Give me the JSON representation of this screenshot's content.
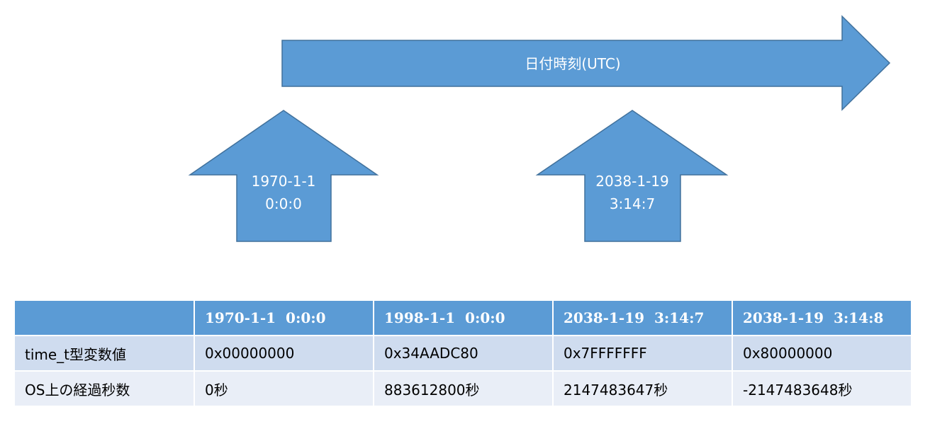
{
  "timeline": {
    "label": "日付時刻(UTC)",
    "color": "#5b9bd5",
    "border_color": "#41719c"
  },
  "markers": [
    {
      "line1": "1970-1-1",
      "line2": "0:0:0"
    },
    {
      "line1": "2038-1-19",
      "line2": "3:14:7"
    }
  ],
  "table": {
    "columns": [
      "",
      "1970-1-1  0:0:0",
      "1998-1-1  0:0:0",
      "2038-1-19  3:14:7",
      "2038-1-19  3:14:8"
    ],
    "rows": [
      {
        "label": "time_t型変数値",
        "cells": [
          "0x00000000",
          "0x34AADC80",
          "0x7FFFFFFF",
          "0x80000000"
        ]
      },
      {
        "label": "OS上の経過秒数",
        "cells": [
          "0秒",
          "883612800秒",
          "2147483647秒",
          "-2147483648秒"
        ]
      }
    ],
    "header_color": "#5b9bd5",
    "row_colors": [
      "#cfdcef",
      "#e9eef7"
    ],
    "negative_color": "#ff0000"
  }
}
